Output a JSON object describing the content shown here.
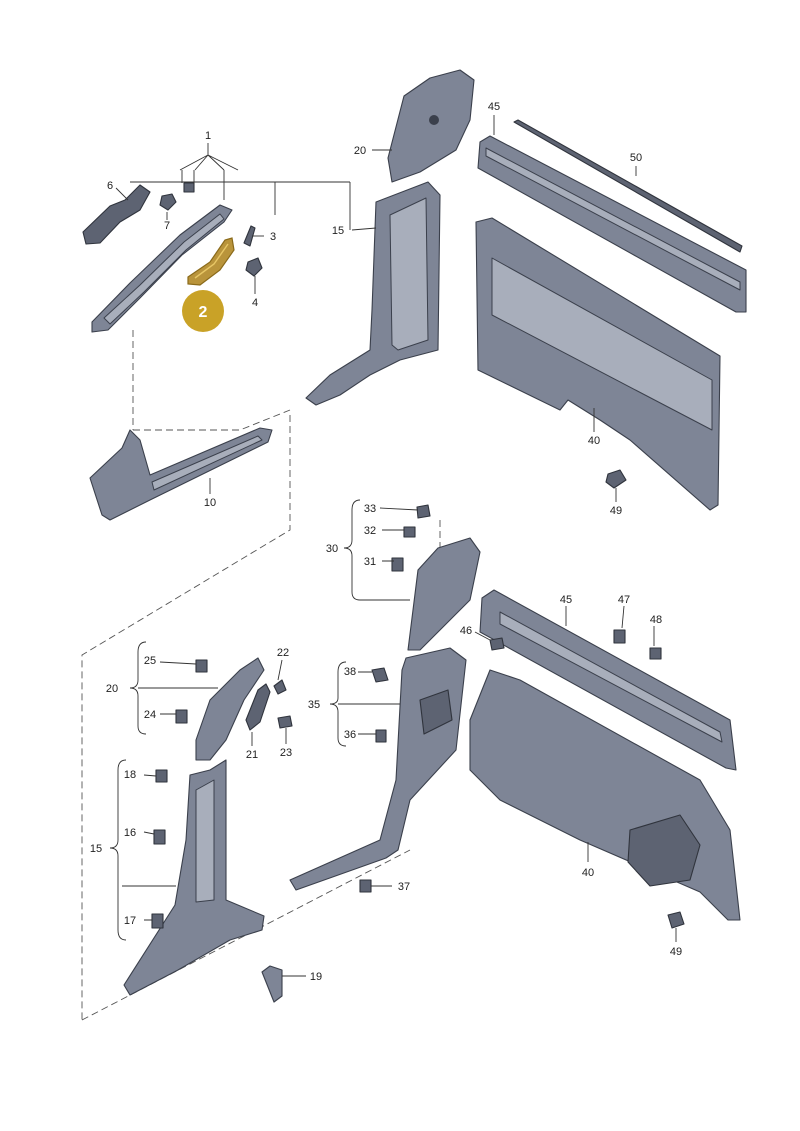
{
  "diagram": {
    "highlight": {
      "label": "2",
      "color": "#c9a227"
    },
    "colors": {
      "part": "#7e8596",
      "part_dark": "#5d6372",
      "outline": "#3b404c"
    },
    "labels": {
      "l1": "1",
      "l3": "3",
      "l4": "4",
      "l6": "6",
      "l7": "7",
      "l10": "10",
      "l15_top": "15",
      "l20_top": "20",
      "l40_top": "40",
      "l45_top": "45",
      "l49_top": "49",
      "l50": "50",
      "l30": "30",
      "l31": "31",
      "l32": "32",
      "l33": "33",
      "l45_bot": "45",
      "l46": "46",
      "l47": "47",
      "l48": "48",
      "l20_bot": "20",
      "l21": "21",
      "l22": "22",
      "l23": "23",
      "l24": "24",
      "l25": "25",
      "l35": "35",
      "l36": "36",
      "l37": "37",
      "l38": "38",
      "l15_bot": "15",
      "l16": "16",
      "l17": "17",
      "l18": "18",
      "l19": "19",
      "l40_bot": "40",
      "l49_bot": "49"
    }
  }
}
